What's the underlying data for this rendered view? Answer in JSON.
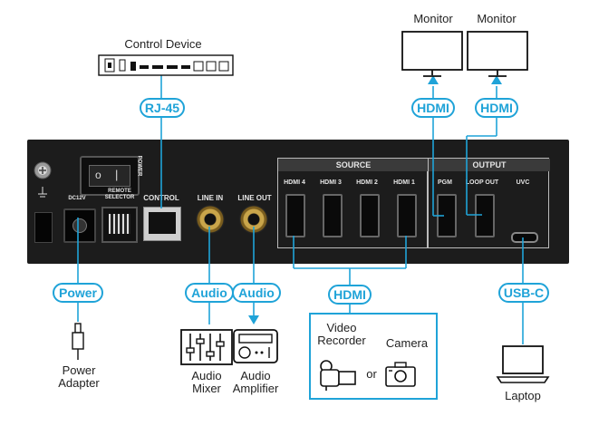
{
  "control_device": {
    "label": "Control Device"
  },
  "monitors": [
    {
      "label": "Monitor"
    },
    {
      "label": "Monitor"
    }
  ],
  "connectors": {
    "rj45": "RJ-45",
    "hdmi_pgm": "HDMI",
    "hdmi_loop": "HDMI",
    "power": "Power",
    "audio_in": "Audio",
    "audio_out": "Audio",
    "hdmi_source": "HDMI",
    "usbc": "USB-C"
  },
  "panel": {
    "power_switch": "POWER",
    "remote_selector": "REMOTE\nSELECTOR",
    "control": "CONTROL",
    "line_in": "LINE IN",
    "line_out": "LINE OUT",
    "source_header": "SOURCE",
    "output_header": "OUTPUT",
    "hdmi_ports": [
      "HDMI 4",
      "HDMI 3",
      "HDMI 2",
      "HDMI 1"
    ],
    "pgm": "PGM",
    "loop_out": "LOOP OUT",
    "uvc": "UVC",
    "dc_label": "DC12V"
  },
  "devices": {
    "power_adapter": "Power\nAdapter",
    "audio_mixer": "Audio\nMixer",
    "audio_amplifier": "Audio\nAmplifier",
    "video_recorder": "Video\nRecorder",
    "camera": "Camera",
    "or": "or",
    "laptop": "Laptop"
  },
  "colors": {
    "accent": "#1fa3d8",
    "panel": "#1c1c1c",
    "text": "#222222"
  }
}
